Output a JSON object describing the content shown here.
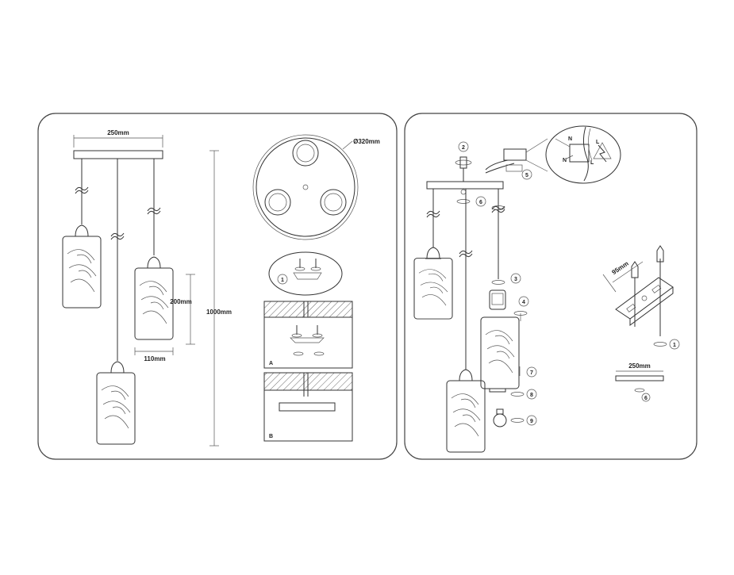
{
  "left_panel": {
    "dims": {
      "plate_width": "250mm",
      "shade_height": "200mm",
      "shade_width": "110mm",
      "total_height": "1000mm",
      "canopy_diameter": "Ø320mm"
    },
    "steps": {
      "step1": "1"
    },
    "section_labels": {
      "a": "A",
      "b": "B"
    }
  },
  "right_panel": {
    "dims": {
      "bracket_width": "95mm",
      "plate_width": "250mm"
    },
    "steps": {
      "s1": "1",
      "s2": "2",
      "s3": "3",
      "s4": "4",
      "s5": "5",
      "s6": "6",
      "s7": "7",
      "s8": "8",
      "s9": "9",
      "s6b": "6"
    },
    "wiring": {
      "n1": "N",
      "n2": "N",
      "l1": "L",
      "l2": "L"
    }
  }
}
